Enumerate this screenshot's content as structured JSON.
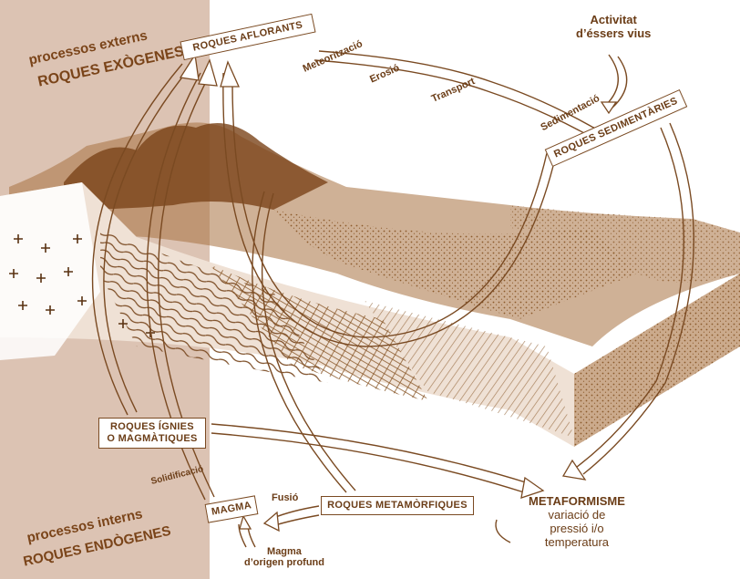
{
  "regions": {
    "exogenous": {
      "line1": "processos externs",
      "line2": "ROQUES EXÒGENES"
    },
    "endogenous": {
      "line1": "processos interns",
      "line2": "ROQUES ENDÒGENES"
    }
  },
  "boxes": {
    "outcrop": "ROQUES AFLORANTS",
    "sedimentary": "ROQUES SEDIMENTÀRIES",
    "igneous_1": "ROQUES ÍGNIES",
    "igneous_2": "O MAGMÀTIQUES",
    "magma": "MAGMA",
    "metamorphic": "ROQUES METAMÒRFIQUES"
  },
  "processes": {
    "weathering": "Meteorització",
    "erosion": "Erosió",
    "transport": "Transport",
    "sedimentation": "Sedimentació",
    "living_1": "Activitat",
    "living_2": "d’éssers vius",
    "solidification": "Solidificació",
    "fusion": "Fusió",
    "deep_magma_1": "Magma",
    "deep_magma_2": "d’origen profund",
    "metamorphism_title": "METAFORMISME",
    "metamorphism_1": "variació de",
    "metamorphism_2": "pressió i/o",
    "metamorphism_3": "temperatura"
  },
  "colors": {
    "panel": "#dcc3b3",
    "ink": "#7a4a22",
    "text": "#6b3d17"
  }
}
